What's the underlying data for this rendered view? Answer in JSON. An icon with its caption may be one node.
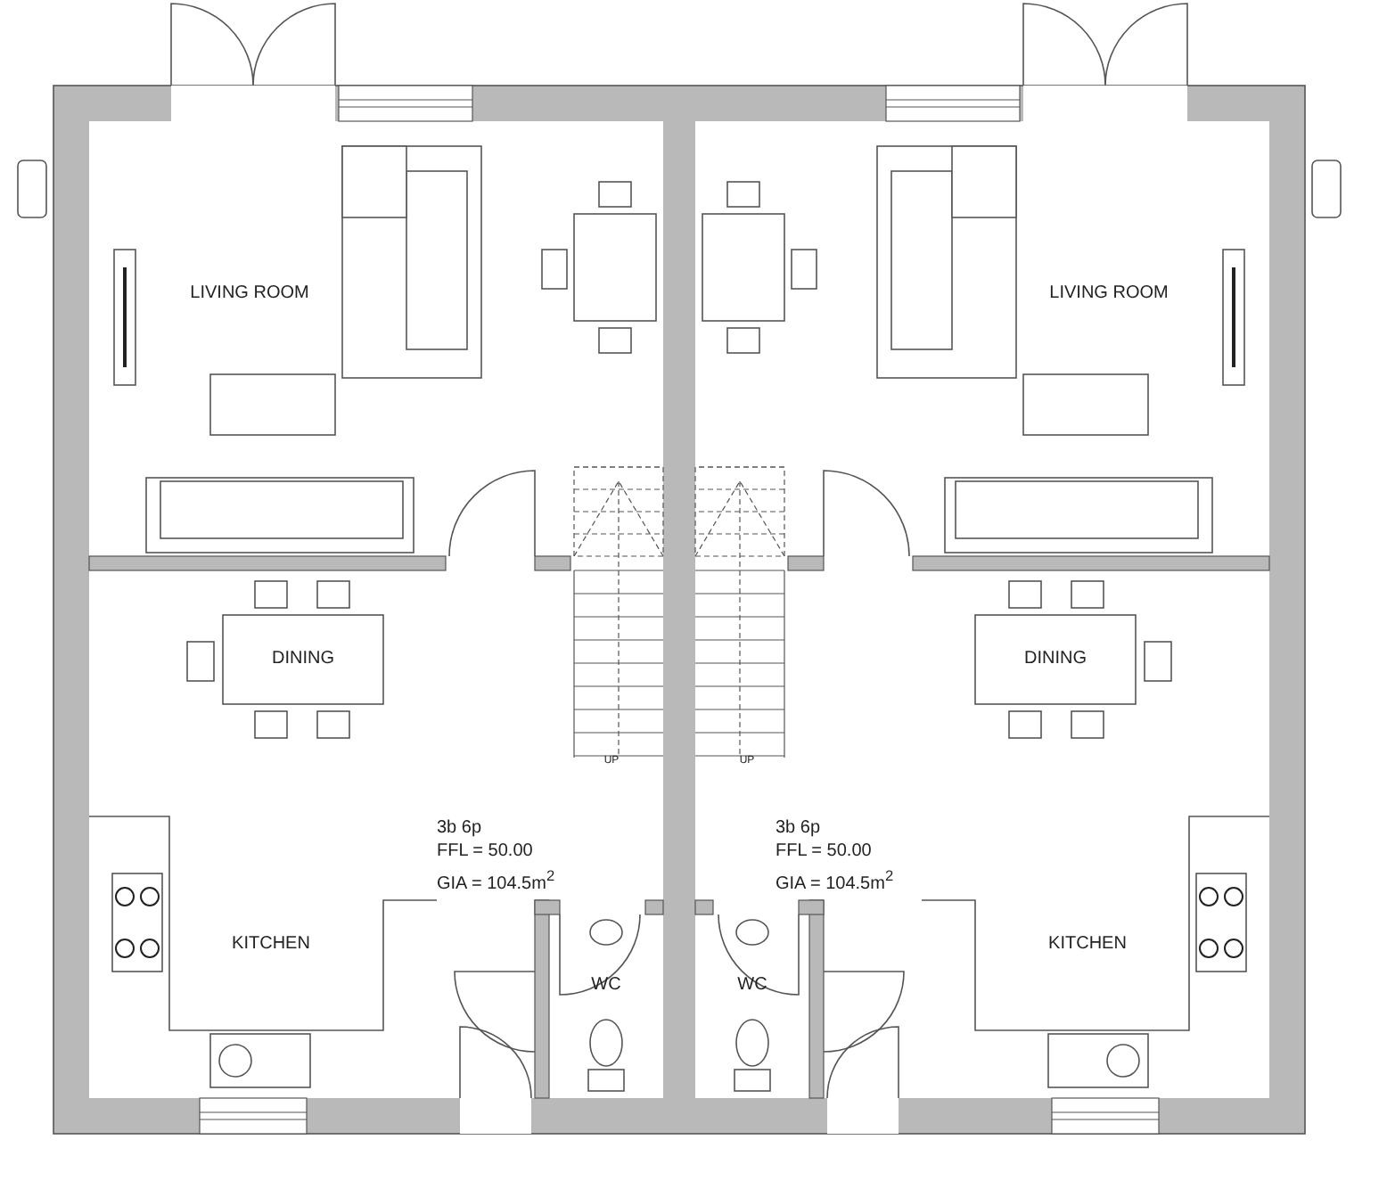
{
  "diagram": {
    "labels": [
      "LIVING ROOM",
      "LIVING ROOM",
      "DINING",
      "DINING",
      "UP",
      "UP",
      "3b 6p",
      "3b 6p",
      "FFL = 50.00",
      "FFL = 50.00",
      "GIA = 104.5m$^{2}$",
      "GIA = 104.5m$^{2}$",
      "KITCHEN",
      "WC",
      "WC",
      "KITCHEN"
    ]
  }
}
